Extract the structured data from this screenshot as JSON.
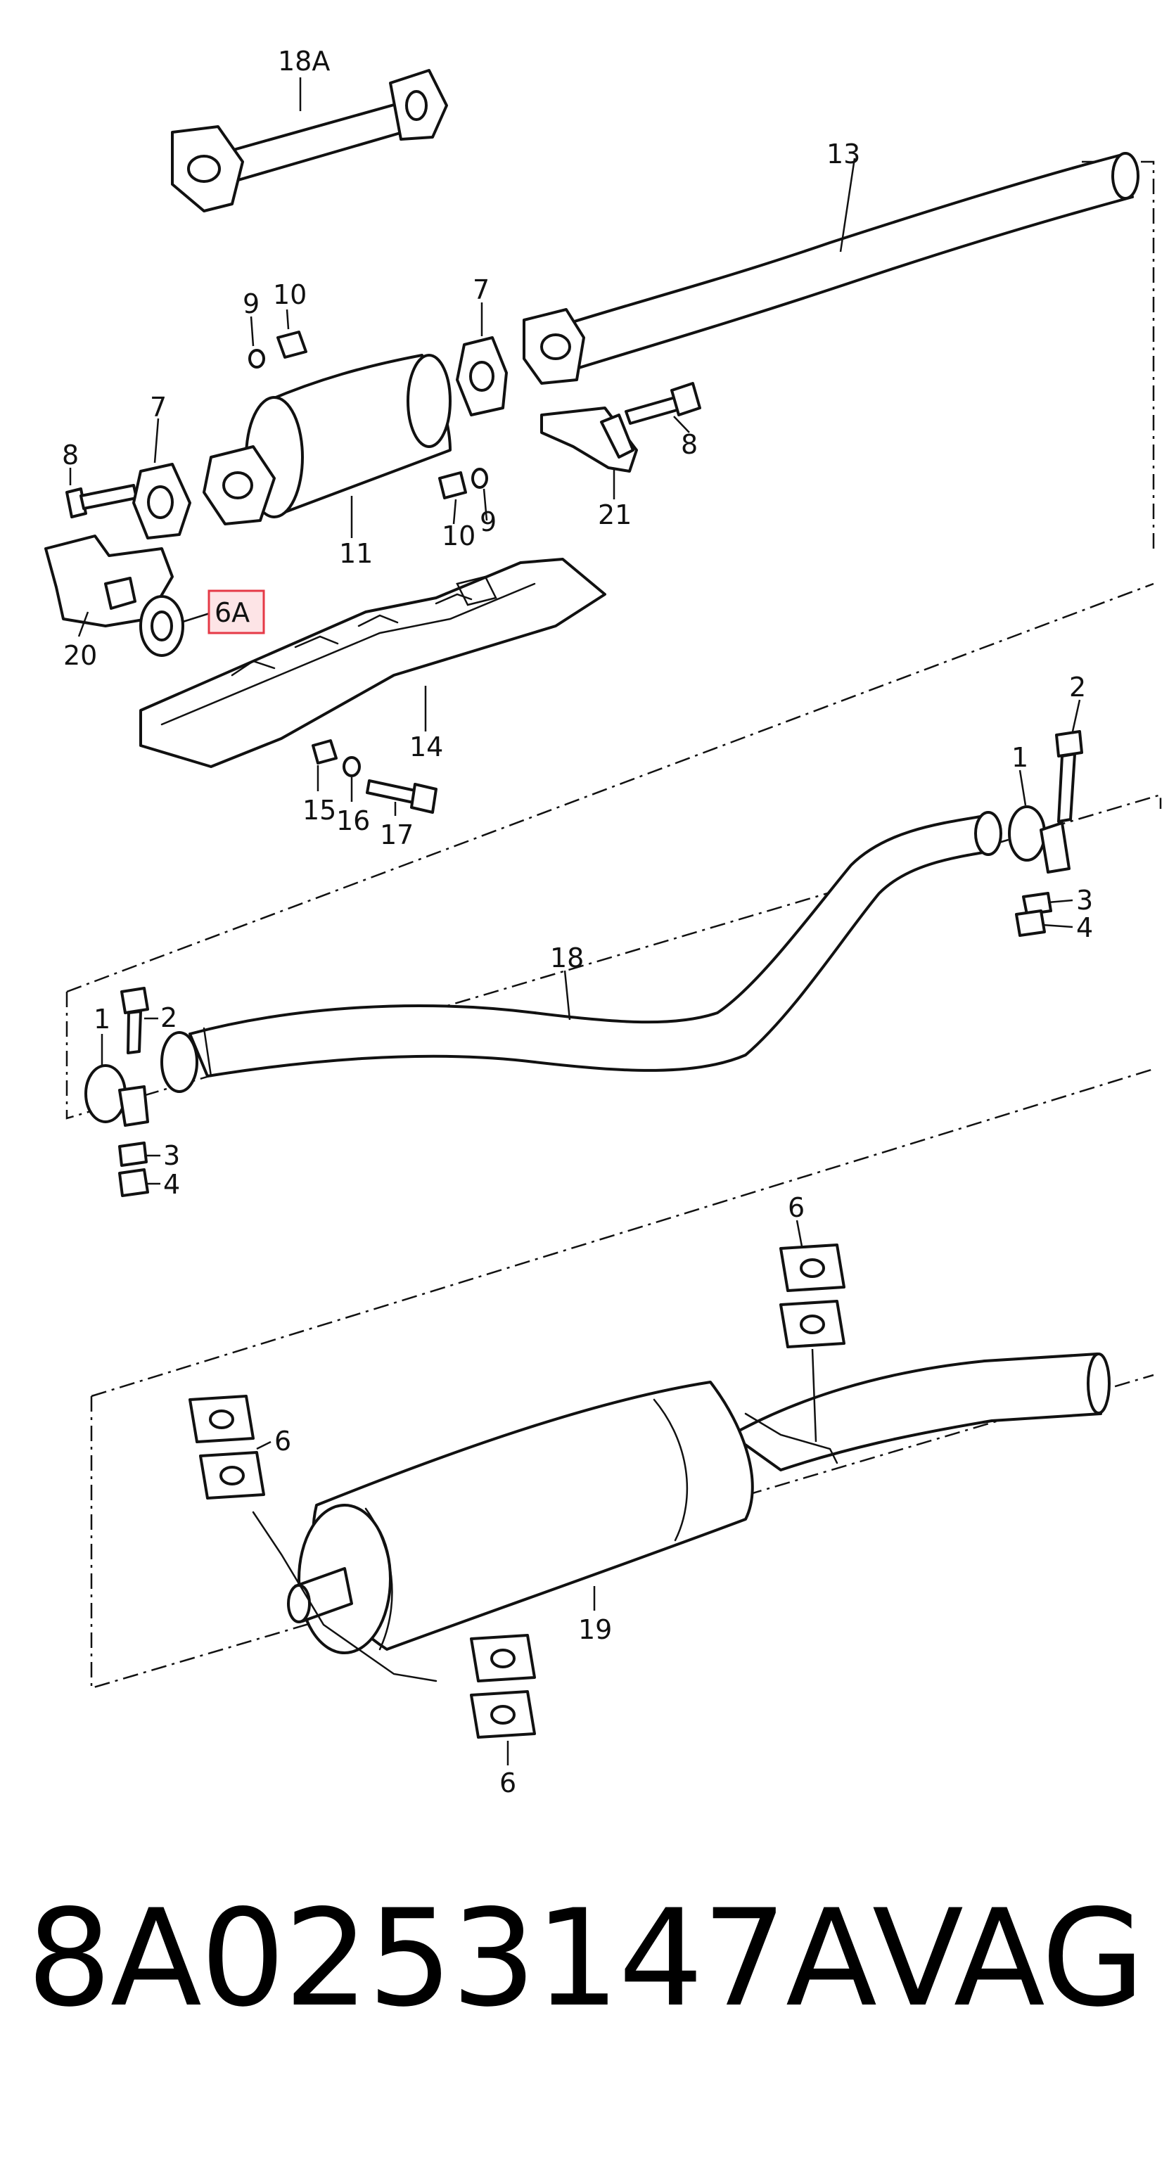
{
  "diagram": {
    "labels": {
      "l18A": "18A",
      "l13": "13",
      "l9a": "9",
      "l10a": "10",
      "l7a": "7",
      "l7b": "7",
      "l8a": "8",
      "l8b": "8",
      "l10b": "10",
      "l9b": "9",
      "l21": "21",
      "l11": "11",
      "l20": "20",
      "l6A": "6A",
      "l14": "14",
      "l15": "15",
      "l16": "16",
      "l17": "17",
      "l2a": "2",
      "l1a": "1",
      "l3a": "3",
      "l4a": "4",
      "l18": "18",
      "l1b": "1",
      "l2b": "2",
      "l3b": "3",
      "l4b": "4",
      "l6a": "6",
      "l6b": "6",
      "l6c": "6",
      "l19": "19"
    },
    "highlighted_label": "6A"
  },
  "caption": {
    "part_number": "8A0253147A",
    "brand": "VAG"
  }
}
